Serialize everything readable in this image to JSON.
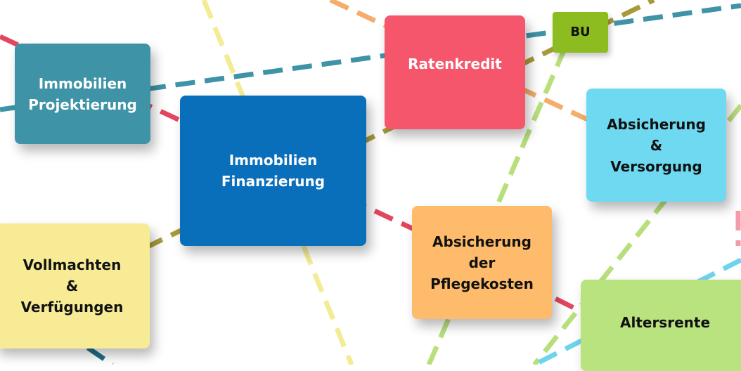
{
  "nodes": {
    "projektierung": {
      "label": "Immobilien\nProjektierung",
      "color": "#3f93a6"
    },
    "finanzierung": {
      "label": "Immobilien\nFinanzierung",
      "color": "#0a6fba"
    },
    "ratenkredit": {
      "label": "Ratenkredit",
      "color": "#f6566b"
    },
    "bu": {
      "label": "BU",
      "color": "#8cbc1f"
    },
    "versorgung": {
      "label": "Absicherung\n&\nVersorgung",
      "color": "#6ed9f0"
    },
    "pflegekosten": {
      "label": "Absicherung\nder\nPflegekosten",
      "color": "#fdbb6b"
    },
    "vollmachten": {
      "label": "Vollmachten\n&\nVerfügungen",
      "color": "#f8eb96"
    },
    "altersrente": {
      "label": "Altersrente",
      "color": "#b9e37f"
    }
  },
  "line_colors": {
    "teal": "#3f93a6",
    "red": "#e2475f",
    "olive": "#a89a3a",
    "orange": "#f4ad6a",
    "yellow": "#f3ec95",
    "lightgreen": "#b8df7c",
    "lightblue": "#6fd3ec",
    "darkteal": "#1f6f8a",
    "pink": "#f59aab"
  }
}
